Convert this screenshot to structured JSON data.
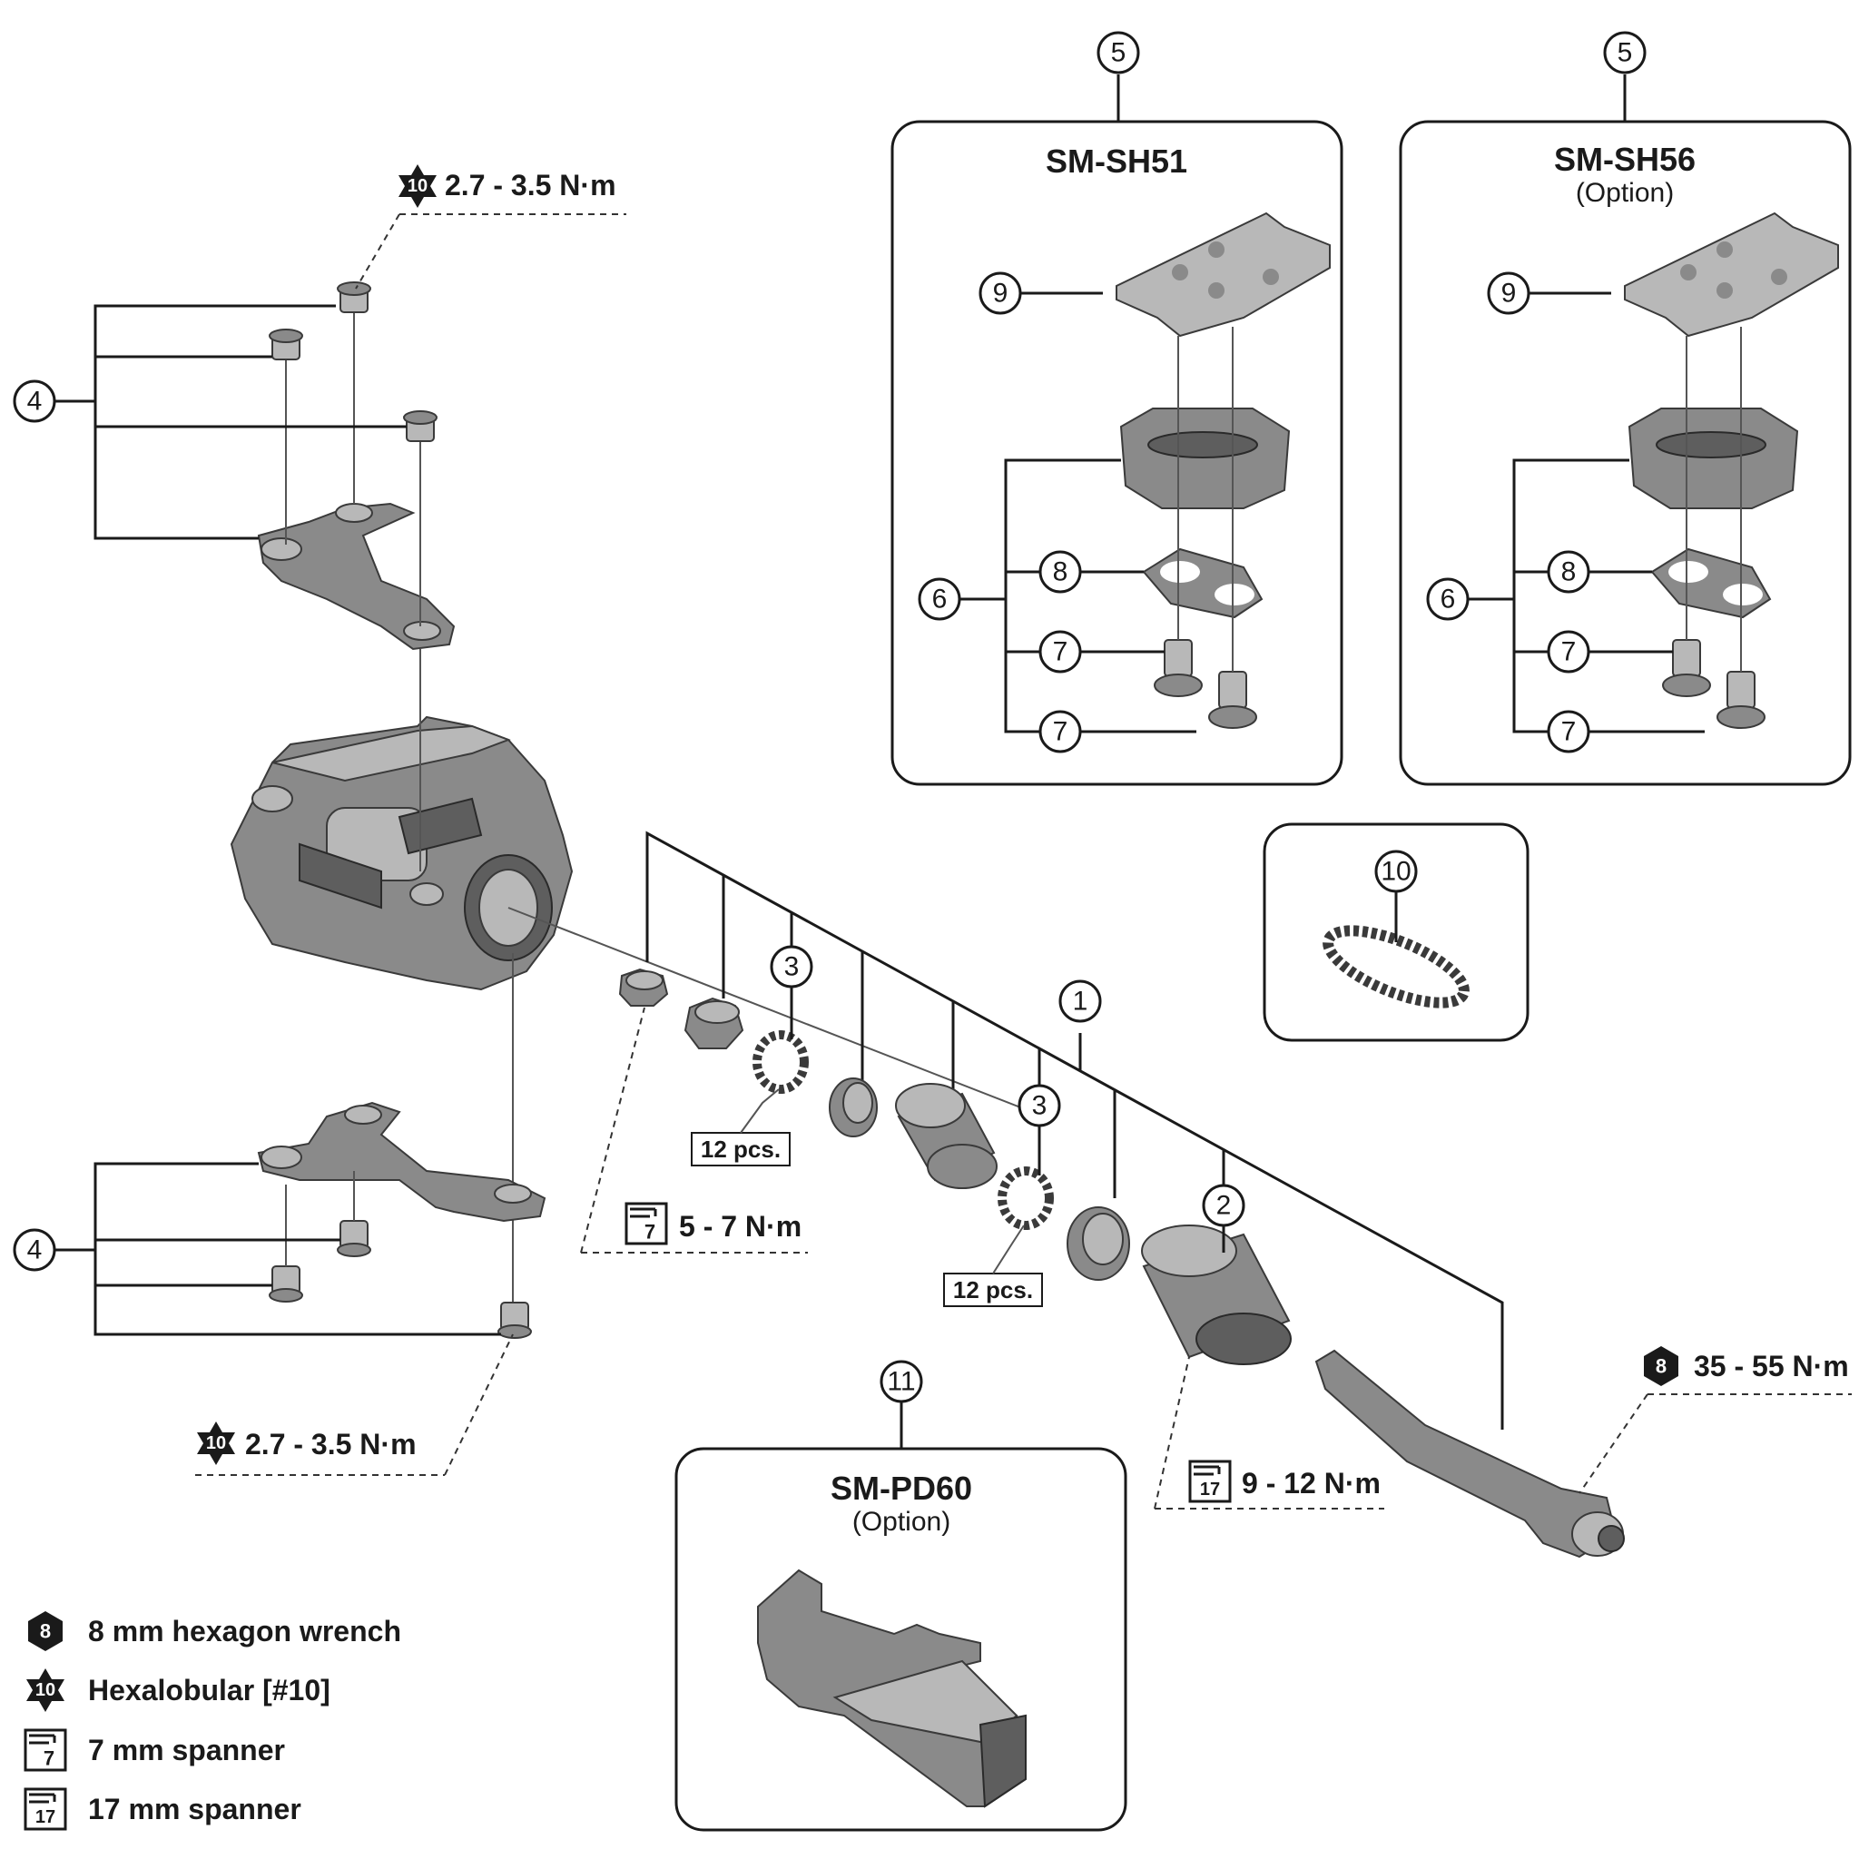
{
  "callouts": {
    "c1": "1",
    "c2": "2",
    "c3a": "3",
    "c3b": "3",
    "c4a": "4",
    "c4b": "4",
    "c5a": "5",
    "c5b": "5",
    "c6a": "6",
    "c6b": "6",
    "c7a": "7",
    "c7b": "7",
    "c7c": "7",
    "c7d": "7",
    "c8a": "8",
    "c8b": "8",
    "c9a": "9",
    "c9b": "9",
    "c10": "10",
    "c11": "11"
  },
  "boxes": {
    "sh51": {
      "title": "SM-SH51"
    },
    "sh56": {
      "title": "SM-SH56",
      "subtitle": "(Option)"
    },
    "pd60": {
      "title": "SM-PD60",
      "subtitle": "(Option)"
    }
  },
  "torques": {
    "top_hexalobular": "2.7 - 3.5 N·m",
    "bottom_hexalobular": "2.7 - 3.5 N·m",
    "spanner7": "5 - 7 N·m",
    "spanner17": "9 - 12 N·m",
    "hex8": "35 - 55 N·m"
  },
  "pieces": {
    "p1": "12 pcs.",
    "p2": "12 pcs."
  },
  "icons": {
    "hex8": "8",
    "hexalobular10": "10",
    "spanner7": "7",
    "spanner17": "17"
  },
  "legend": [
    {
      "icon": "hex8",
      "label": "8 mm hexagon wrench"
    },
    {
      "icon": "hexalobular10",
      "label": "Hexalobular [#10]"
    },
    {
      "icon": "spanner7",
      "label": "7 mm spanner"
    },
    {
      "icon": "spanner17",
      "label": "17 mm spanner"
    }
  ],
  "colors": {
    "ink": "#1a1a1a",
    "part": "#8a8a8a"
  }
}
